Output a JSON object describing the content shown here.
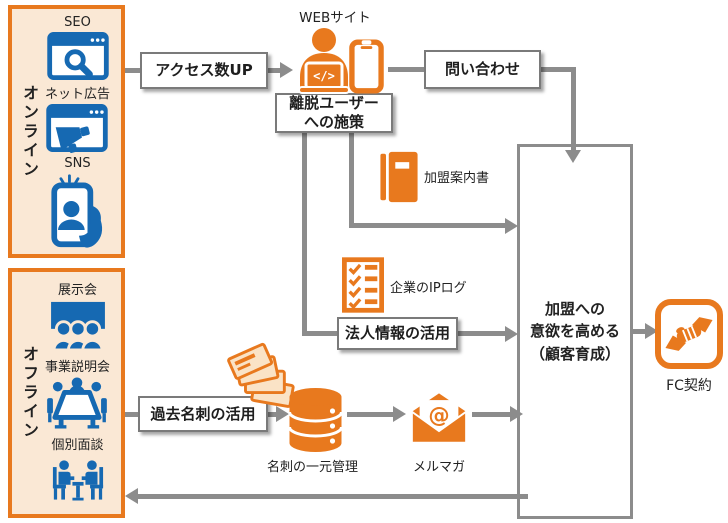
{
  "palette": {
    "orange": "#E8791E",
    "peach": "#FAE8D5",
    "blue": "#1669B2",
    "line_gray": "#8C8C8C",
    "border_gray": "#7A7A7A",
    "text": "#2B2B2B"
  },
  "online": {
    "label": "オンライン",
    "items": [
      {
        "label": "SEO",
        "icon": "browser-search-icon"
      },
      {
        "label": "ネット広告",
        "icon": "browser-megaphone-icon"
      },
      {
        "label": "SNS",
        "icon": "sns-phone-icon"
      }
    ]
  },
  "offline": {
    "label": "オフライン",
    "items": [
      {
        "label": "展示会",
        "icon": "presentation-icon"
      },
      {
        "label": "事業説明会",
        "icon": "meeting-table-icon"
      },
      {
        "label": "個別面談",
        "icon": "interview-icon"
      }
    ]
  },
  "nodes": {
    "access_up": "アクセス数UP",
    "website": "WEBサイト",
    "inquiry": "問い合わせ",
    "exit_users_line1": "離脱ユーザー",
    "exit_users_line2": "への施策",
    "guidebook": "加盟案内書",
    "ip_log": "企業のIPログ",
    "corporate_info": "法人情報の活用",
    "past_cards": "過去名刺の活用",
    "card_mgmt": "名刺の一元管理",
    "mailmag": "メルマガ",
    "fc": "FC契約"
  },
  "goal": {
    "line1": "加盟への",
    "line2": "意欲を高める",
    "line3": "（顧客育成）"
  }
}
